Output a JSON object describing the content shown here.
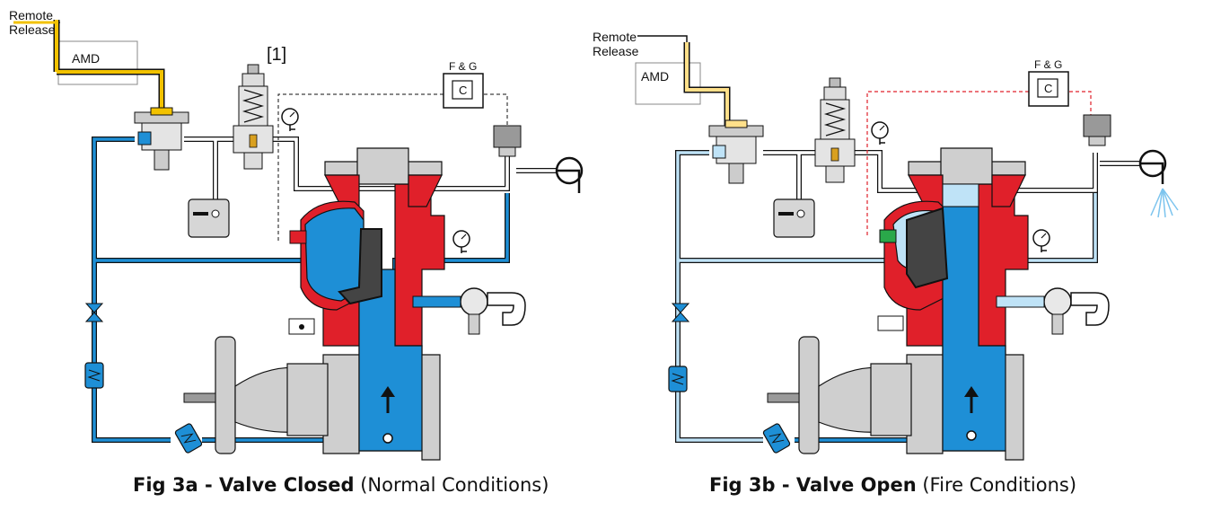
{
  "figures": [
    {
      "labels": {
        "remote": "Remote",
        "release": "Release",
        "amd": "AMD",
        "marker": "[1]",
        "fg": "F & G",
        "c": "C"
      },
      "caption": {
        "bold": "Fig 3a - Valve Closed",
        "normal": "(Normal Conditions)"
      }
    },
    {
      "labels": {
        "remote": "Remote",
        "release": "Release",
        "amd": "AMD",
        "fg": "F & G",
        "c": "C"
      },
      "caption": {
        "bold": "Fig 3b - Valve Open",
        "normal": "(Fire Conditions)"
      }
    }
  ],
  "colors": {
    "water": "#1e8fd6",
    "light_water": "#bfe3f7",
    "valve_body": "#e0202a",
    "pipe_outline": "#111111",
    "air_line": "#f2c200",
    "signal_active": "#e0202a",
    "metal": "#c8c8c8"
  },
  "icons": [
    "pressure-gauge-icon",
    "up-arrow-icon",
    "hand-wheel-icon",
    "strainer-icon",
    "check-valve-icon",
    "solenoid-icon",
    "spray-nozzle-icon"
  ]
}
